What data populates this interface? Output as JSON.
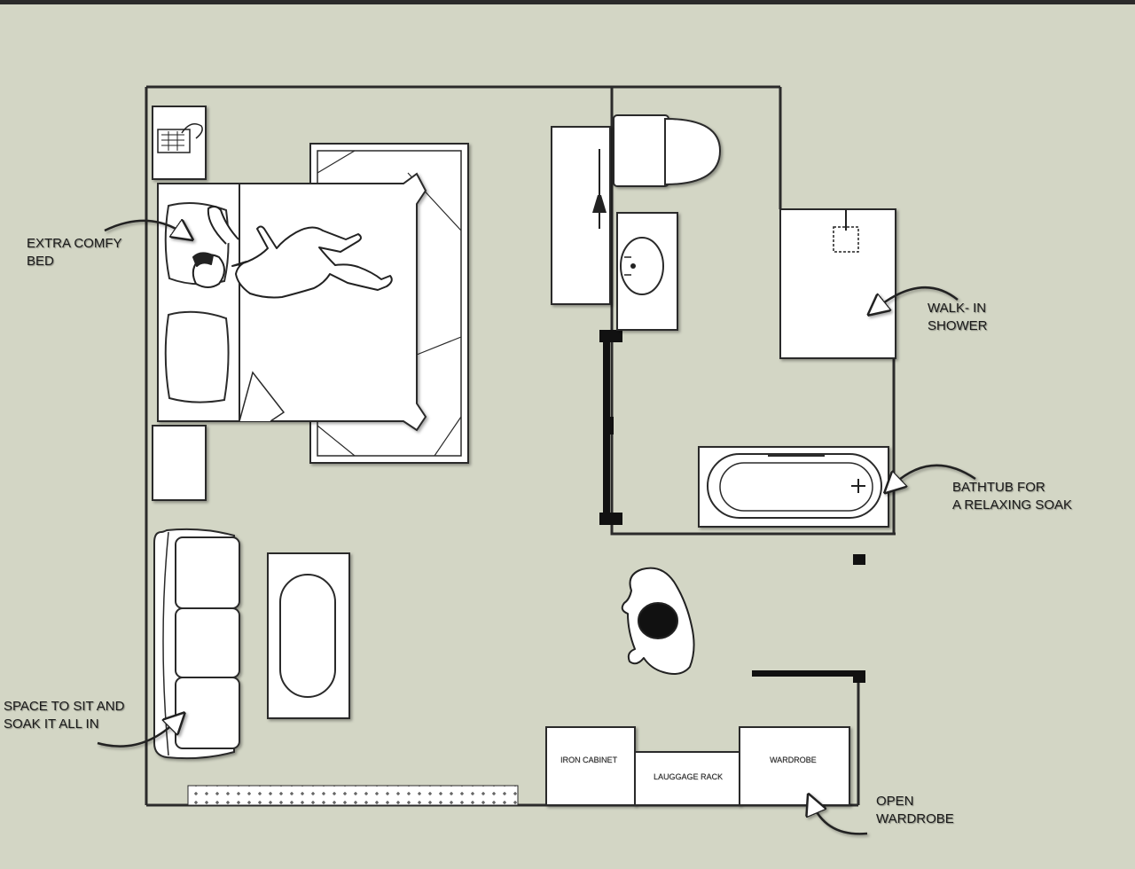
{
  "colors": {
    "background": "#d3d6c5",
    "wall": "#2b2b2b",
    "furniture_fill": "#ffffff",
    "top_bar": "#2b2b2b"
  },
  "callouts": {
    "bed": {
      "line1": "EXTRA COMFY",
      "line2": "BED"
    },
    "shower": {
      "line1": "WALK- IN",
      "line2": "SHOWER"
    },
    "bathtub": {
      "line1": "BATHTUB FOR",
      "line2": "A RELAXING SOAK"
    },
    "seating": {
      "line1": "SPACE TO SIT AND",
      "line2": "SOAK IT ALL IN"
    },
    "wardrobe": {
      "line1": "OPEN",
      "line2": "WARDROBE"
    }
  },
  "furniture_labels": {
    "iron_cabinet": "IRON CABINET",
    "luggage_rack": "LAUGGAGE RACK",
    "wardrobe": "WARDROBE"
  },
  "icons": [
    "telephone-icon",
    "sleeping-person-icon",
    "standing-person-icon",
    "toilet-icon",
    "sink-icon",
    "shower-drain-icon",
    "bathtub-icon",
    "sofa-icon",
    "ottoman-icon"
  ]
}
